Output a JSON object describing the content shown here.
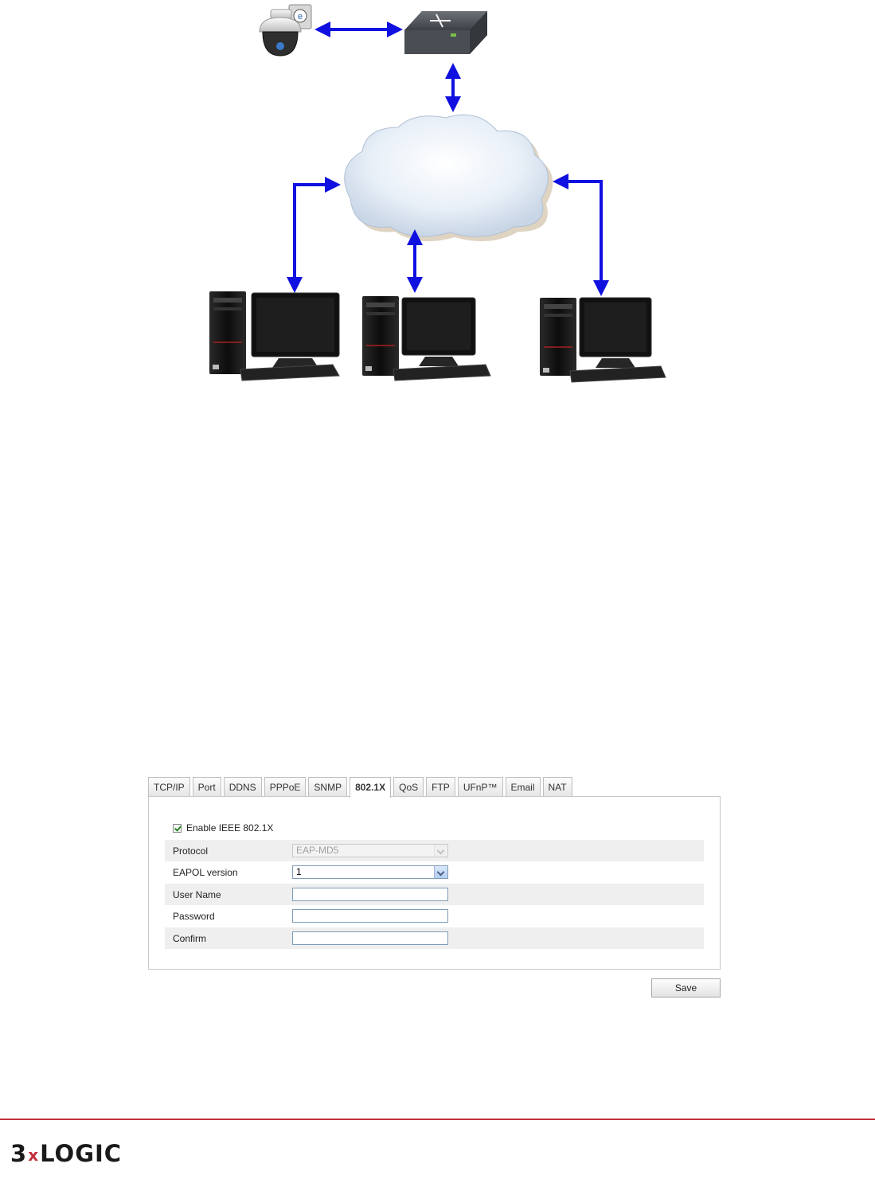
{
  "tabs": [
    {
      "label": "TCP/IP",
      "active": false
    },
    {
      "label": "Port",
      "active": false
    },
    {
      "label": "DDNS",
      "active": false
    },
    {
      "label": "PPPoE",
      "active": false
    },
    {
      "label": "SNMP",
      "active": false
    },
    {
      "label": "802.1X",
      "active": true
    },
    {
      "label": "QoS",
      "active": false
    },
    {
      "label": "FTP",
      "active": false
    },
    {
      "label": "UFnP™",
      "active": false
    },
    {
      "label": "Email",
      "active": false
    },
    {
      "label": "NAT",
      "active": false
    }
  ],
  "form": {
    "enable_label": "Enable IEEE 802.1X",
    "enable_checked": true,
    "protocol_label": "Protocol",
    "protocol_value": "EAP-MD5",
    "eapol_label": "EAPOL version",
    "eapol_value": "1",
    "username_label": "User Name",
    "username_value": "",
    "password_label": "Password",
    "password_value": "",
    "confirm_label": "Confirm",
    "confirm_value": ""
  },
  "save_label": "Save",
  "footer": {
    "logo_text_left": "3",
    "logo_text_x": "x",
    "logo_text_right": "LOGIC"
  },
  "colors": {
    "arrow": "#1010e0",
    "brand_red": "#c2303c"
  }
}
